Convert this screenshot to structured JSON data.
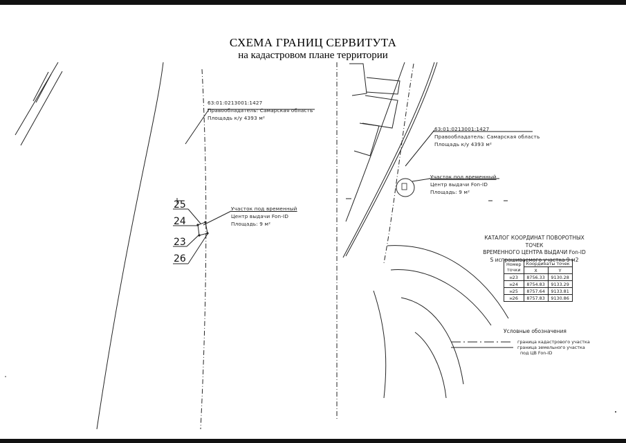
{
  "title": {
    "line1": "СХЕМА ГРАНИЦ СЕРВИТУТА",
    "line2": "на кадастровом плане территории"
  },
  "left_plan": {
    "parcel": {
      "number": "63:01:0213001:1427",
      "owner": "Правообладатель: Самарская область",
      "area": "Площадь к/у 4393 м²"
    },
    "easement": {
      "name": "Участок под временный",
      "center": "Центр выдачи Fon-ID",
      "area": "Площадь: 9 м²"
    },
    "points": [
      "25",
      "24",
      "23",
      "26"
    ]
  },
  "right_plan": {
    "parcel": {
      "number": "63:01:0213001:1427",
      "owner": "Правообладатель: Самарская область",
      "area": "Площадь к/у 4393 м²"
    },
    "easement": {
      "name": "Участок под временный",
      "center": "Центр выдачи Fon-ID",
      "area": "Площадь: 9 м²"
    }
  },
  "catalog": {
    "line1": "КАТАЛОГ КООРДИНАТ ПОВОРОТНЫХ ТОЧЕК",
    "line2": "ВРЕМЕННОГО ЦЕНТРА ВЫДАЧИ Fon-ID",
    "line3": "S испрашиваемого участка 9 м2",
    "headers": {
      "number": "Номер",
      "point": "точки",
      "coords": "Координаты точек",
      "x": "X",
      "y": "Y"
    },
    "rows": [
      {
        "n": "н23",
        "x": "8756.33",
        "y": "9130.28"
      },
      {
        "n": "н24",
        "x": "8754.83",
        "y": "9133.29"
      },
      {
        "n": "н25",
        "x": "8757.64",
        "y": "9133.81"
      },
      {
        "n": "н26",
        "x": "8757.83",
        "y": "9130.86"
      }
    ]
  },
  "legend": {
    "title": "Условные обозначения",
    "item1": "граница кадастрового участка",
    "item2_line1": "граница земельного участка",
    "item2_line2": "под ЦВ Fon-ID"
  }
}
